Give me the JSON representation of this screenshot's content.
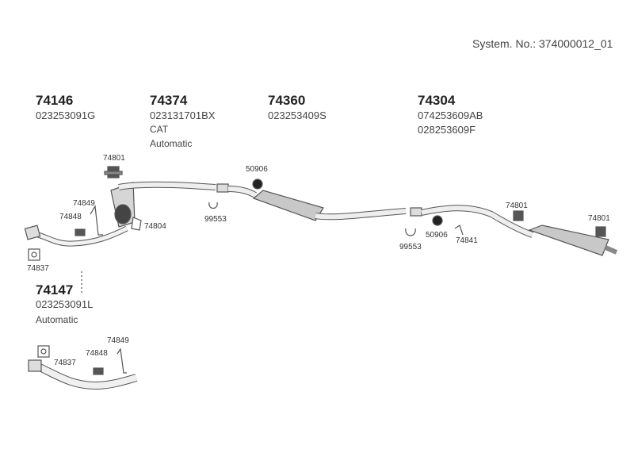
{
  "system_number": "System. No.: 374000012_01",
  "groups": [
    {
      "part_no": "74146",
      "refs": [
        "023253091G"
      ],
      "notes": []
    },
    {
      "part_no": "74374",
      "refs": [
        "023131701BX"
      ],
      "notes": [
        "CAT",
        "Automatic"
      ]
    },
    {
      "part_no": "74360",
      "refs": [
        "023253409S"
      ],
      "notes": []
    },
    {
      "part_no": "74304",
      "refs": [
        "074253609AB",
        "028253609F"
      ],
      "notes": []
    },
    {
      "part_no": "74147",
      "refs": [
        "023253091L"
      ],
      "notes": [
        "Automatic"
      ]
    }
  ],
  "component_labels": {
    "hanger_left": "74801",
    "bracket": "74849",
    "gasket_small": "74848",
    "flange_gasket": "74804",
    "flange_left": "74837",
    "clamp_left": "99553",
    "ring_left": "50906",
    "clamp_right": "99553",
    "ring_right": "50906",
    "mount_right": "74841",
    "hanger_mid": "74801",
    "hanger_right": "74801",
    "bracket_lower": "74849",
    "gasket_lower": "74848",
    "flange_lower": "74837"
  }
}
